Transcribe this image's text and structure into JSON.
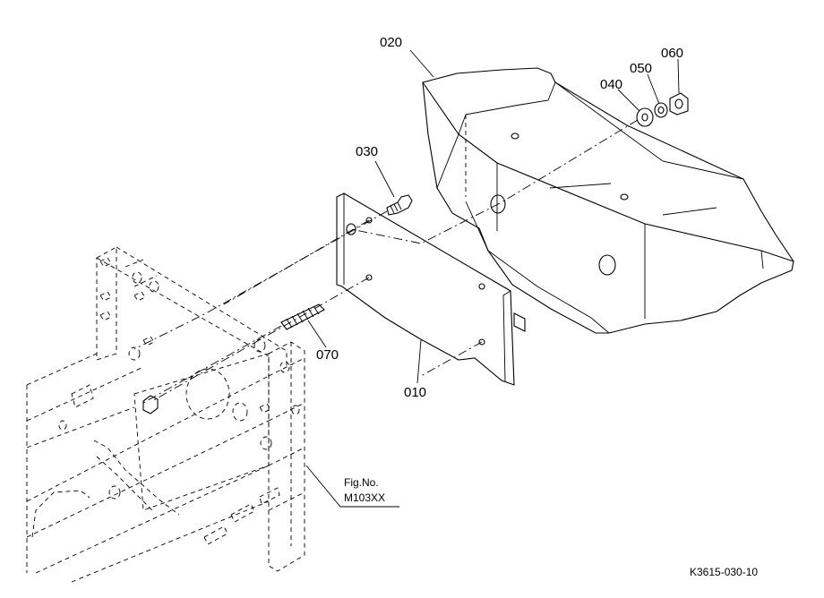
{
  "parts": {
    "p010": "010",
    "p020": "020",
    "p030": "030",
    "p040": "040",
    "p050": "050",
    "p060": "060",
    "p070": "070"
  },
  "figref": {
    "line1": "Fig.No.",
    "line2": "M103XX"
  },
  "drawing_code": "K3615-030-10"
}
